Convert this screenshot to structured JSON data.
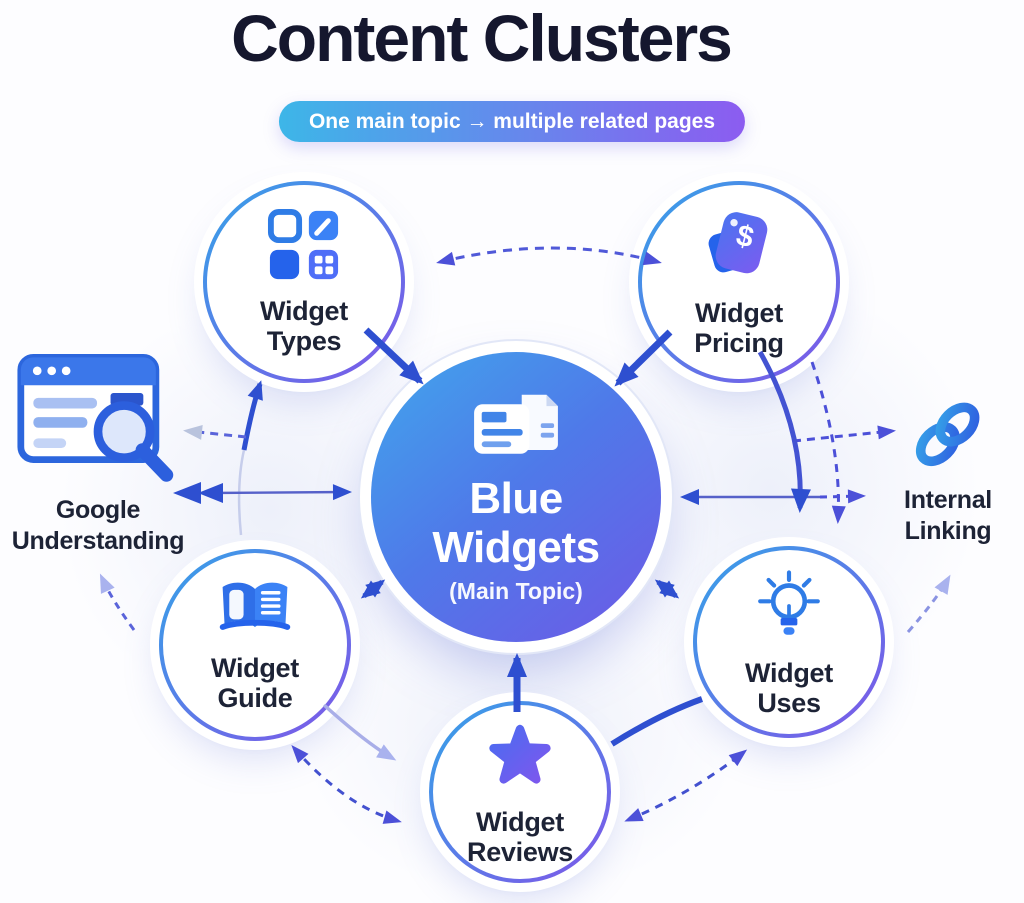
{
  "page": {
    "title": "Content Clusters",
    "subtitle": "One main topic → multiple related pages"
  },
  "center": {
    "line1": "Blue",
    "line2": "Widgets",
    "line3": "(Main Topic)",
    "icon": "document-pages-icon"
  },
  "clusters": [
    {
      "id": "types",
      "line1": "Widget",
      "line2": "Types",
      "icon": "widget-grid-icon"
    },
    {
      "id": "pricing",
      "line1": "Widget",
      "line2": "Pricing",
      "icon": "price-tag-icon"
    },
    {
      "id": "guide",
      "line1": "Widget",
      "line2": "Guide",
      "icon": "open-book-icon"
    },
    {
      "id": "uses",
      "line1": "Widget",
      "line2": "Uses",
      "icon": "lightbulb-icon"
    },
    {
      "id": "reviews",
      "line1": "Widget",
      "line2": "Reviews",
      "icon": "star-icon"
    }
  ],
  "side_labels": [
    {
      "id": "google",
      "line1": "Google",
      "line2": "Understanding",
      "icon": "browser-search-icon"
    },
    {
      "id": "internal",
      "line1": "Internal",
      "line2": "Linking",
      "icon": "chain-link-icon"
    }
  ],
  "colors": {
    "title_text": "#15172e",
    "label_text": "#1d2336",
    "badge_gradient": [
      "#3db6e8",
      "#8c5cf0"
    ],
    "center_gradient": [
      "#41a6ec",
      "#6e59e6"
    ],
    "node_border_gradient": [
      "#35a3e8",
      "#8055e8"
    ],
    "arrow_solid": "#2e4fd0",
    "arrow_dashed": "#4c50d8",
    "arrow_light": "#a9b2ee"
  }
}
